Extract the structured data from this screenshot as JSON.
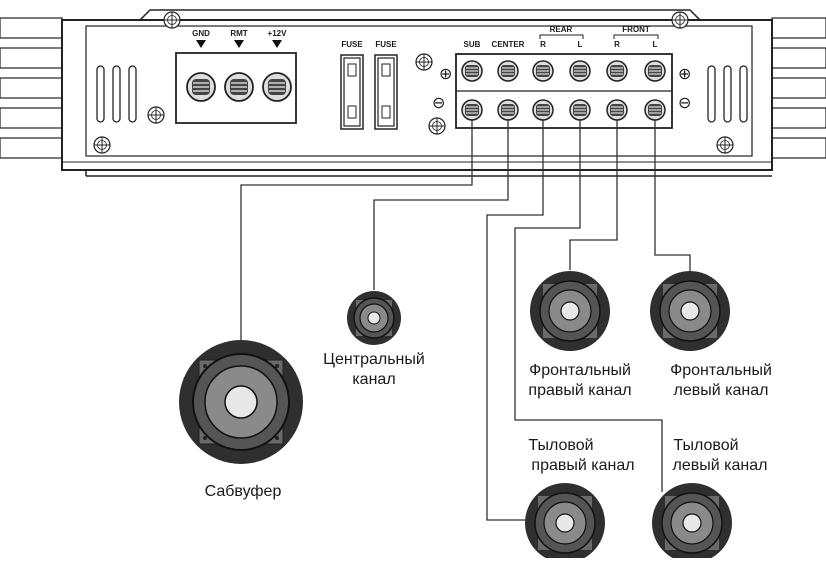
{
  "amp": {
    "power_labels": [
      "GND",
      "RMT",
      "+12V"
    ],
    "fuse_labels": [
      "FUSE",
      "FUSE"
    ],
    "channel_labels": [
      "SUB",
      "CENTER",
      "R",
      "L",
      "R",
      "L"
    ],
    "group_labels": {
      "rear": "REAR",
      "front": "FRONT"
    },
    "polarity": {
      "plus": "⊕",
      "minus": "⊖"
    }
  },
  "speakers": {
    "subwoofer": "Сабвуфер",
    "center": [
      "Центральный",
      "канал"
    ],
    "front_right": [
      "Фронтальный",
      "правый канал"
    ],
    "front_left": [
      "Фронтальный",
      "левый канал"
    ],
    "rear_right": [
      "Тыловой",
      "правый канал"
    ],
    "rear_left": [
      "Тыловой",
      "левый канал"
    ]
  }
}
